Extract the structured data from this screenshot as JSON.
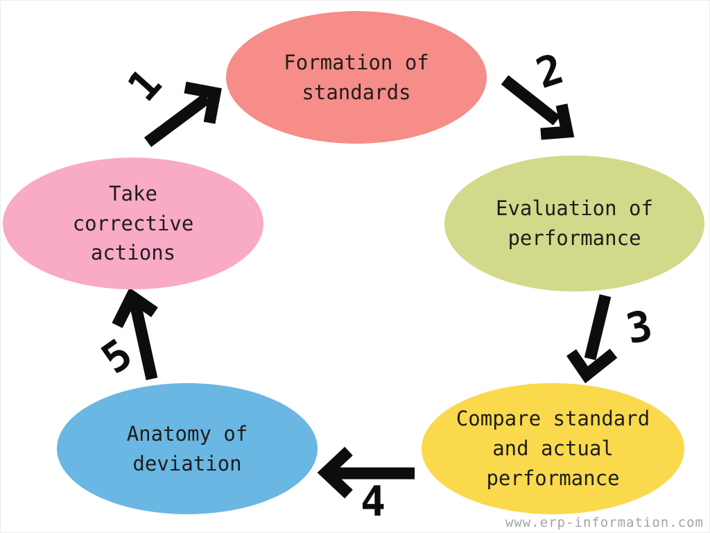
{
  "diagram": {
    "type": "cycle",
    "topic": "controlling-process-cycle",
    "nodes": [
      {
        "id": "formation",
        "label": "Formation of standards",
        "color": "#f68d88"
      },
      {
        "id": "evaluation",
        "label": "Evaluation of performance",
        "color": "#d3d98a"
      },
      {
        "id": "compare",
        "label": "Compare standard and actual performance",
        "color": "#fad94d"
      },
      {
        "id": "anatomy",
        "label": "Anatomy of deviation",
        "color": "#69b7e2"
      },
      {
        "id": "corrective",
        "label": "Take corrective actions",
        "color": "#f8aac7"
      }
    ],
    "steps": [
      {
        "number": "1",
        "from": "corrective",
        "to": "formation"
      },
      {
        "number": "2",
        "from": "formation",
        "to": "evaluation"
      },
      {
        "number": "3",
        "from": "evaluation",
        "to": "compare"
      },
      {
        "number": "4",
        "from": "compare",
        "to": "anatomy"
      },
      {
        "number": "5",
        "from": "anatomy",
        "to": "corrective"
      }
    ],
    "arrow_color": "#0d0d0d"
  },
  "watermark": "www.erp-information.com"
}
